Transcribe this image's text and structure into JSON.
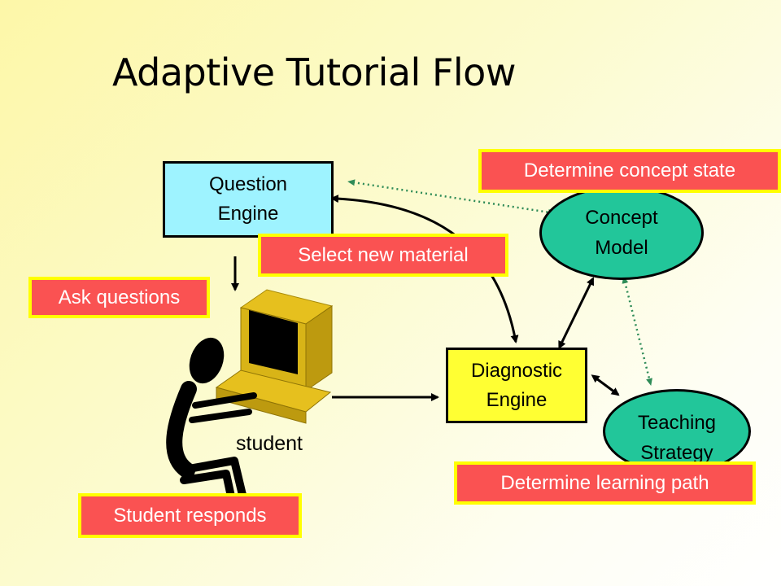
{
  "title": "Adaptive Tutorial Flow",
  "nodes": {
    "question_engine": [
      "Question",
      "Engine"
    ],
    "concept_model": [
      "Concept",
      "Model"
    ],
    "diagnostic_engine": [
      "Diagnostic",
      "Engine"
    ],
    "teaching_strategy": [
      "Teaching",
      "Strategy"
    ]
  },
  "student_label": "student",
  "labels": {
    "determine_concept_state": "Determine concept state",
    "select_new_material": "Select new material",
    "ask_questions": "Ask questions",
    "determine_learning_path": "Determine learning path",
    "student_responds": "Student responds"
  },
  "colors": {
    "question_engine_fill": "#9ef3ff",
    "diagnostic_engine_fill": "#ffff33",
    "ellipse_fill": "#22c69a",
    "label_fill": "#fa5252",
    "label_border": "#ffff00",
    "dotted_connector": "#2e8b57"
  }
}
